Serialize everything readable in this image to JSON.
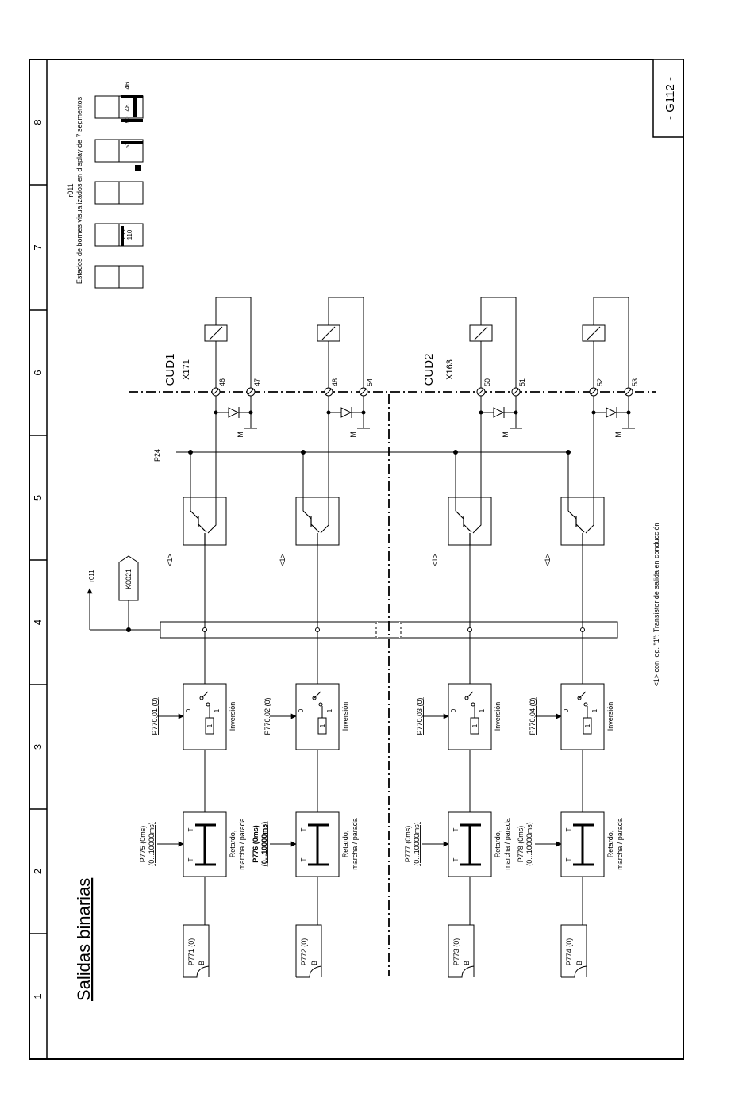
{
  "sheet": {
    "title": "Salidas binarias",
    "page_id": "- G112 -",
    "column_numbers": [
      "1",
      "2",
      "3",
      "4",
      "5",
      "6",
      "7",
      "8"
    ]
  },
  "display": {
    "param": "r011",
    "caption": "Estados de bornes visualizados en display de 7 segmentos",
    "labels": [
      "109",
      "110",
      "52",
      "50",
      "48",
      "46"
    ]
  },
  "footnote": "<1>   con log. \"1\": Transistor de salida en conducción",
  "connector": {
    "r011": "r011",
    "k_label": "K0021"
  },
  "supply_label": "P24",
  "cud": [
    {
      "name": "CUD1",
      "connector": "X171"
    },
    {
      "name": "CUD2",
      "connector": "X163"
    }
  ],
  "channels": [
    {
      "src": "P771 (0)",
      "src_type": "B",
      "delay": "P775 (0ms)",
      "delay_range": "(0...10000ms)",
      "inv": "P770.01 (0)",
      "t_a": "46",
      "t_b": "47"
    },
    {
      "src": "P772 (0)",
      "src_type": "B",
      "delay": "P776 (0ms)",
      "delay_range": "(0...10000ms)",
      "inv": "P770.02 (0)",
      "t_a": "48",
      "t_b": "54"
    },
    {
      "src": "P773 (0)",
      "src_type": "B",
      "delay": "P777 (0ms)",
      "delay_range": "(0...10000ms)",
      "inv": "P770.03 (0)",
      "t_a": "50",
      "t_b": "51"
    },
    {
      "src": "P774 (0)",
      "src_type": "B",
      "delay": "P778 (0ms)",
      "delay_range": "(0...10000ms)",
      "inv": "P770.04 (0)",
      "t_a": "52",
      "t_b": "53"
    }
  ],
  "common": {
    "delay_caption_1": "Retardo,",
    "delay_caption_2": "marcha / parada",
    "inv_caption": "Inversión",
    "switch_0": "0",
    "switch_1": "1",
    "timer_t": "T",
    "note_mark": "<1>",
    "ground": "M"
  }
}
